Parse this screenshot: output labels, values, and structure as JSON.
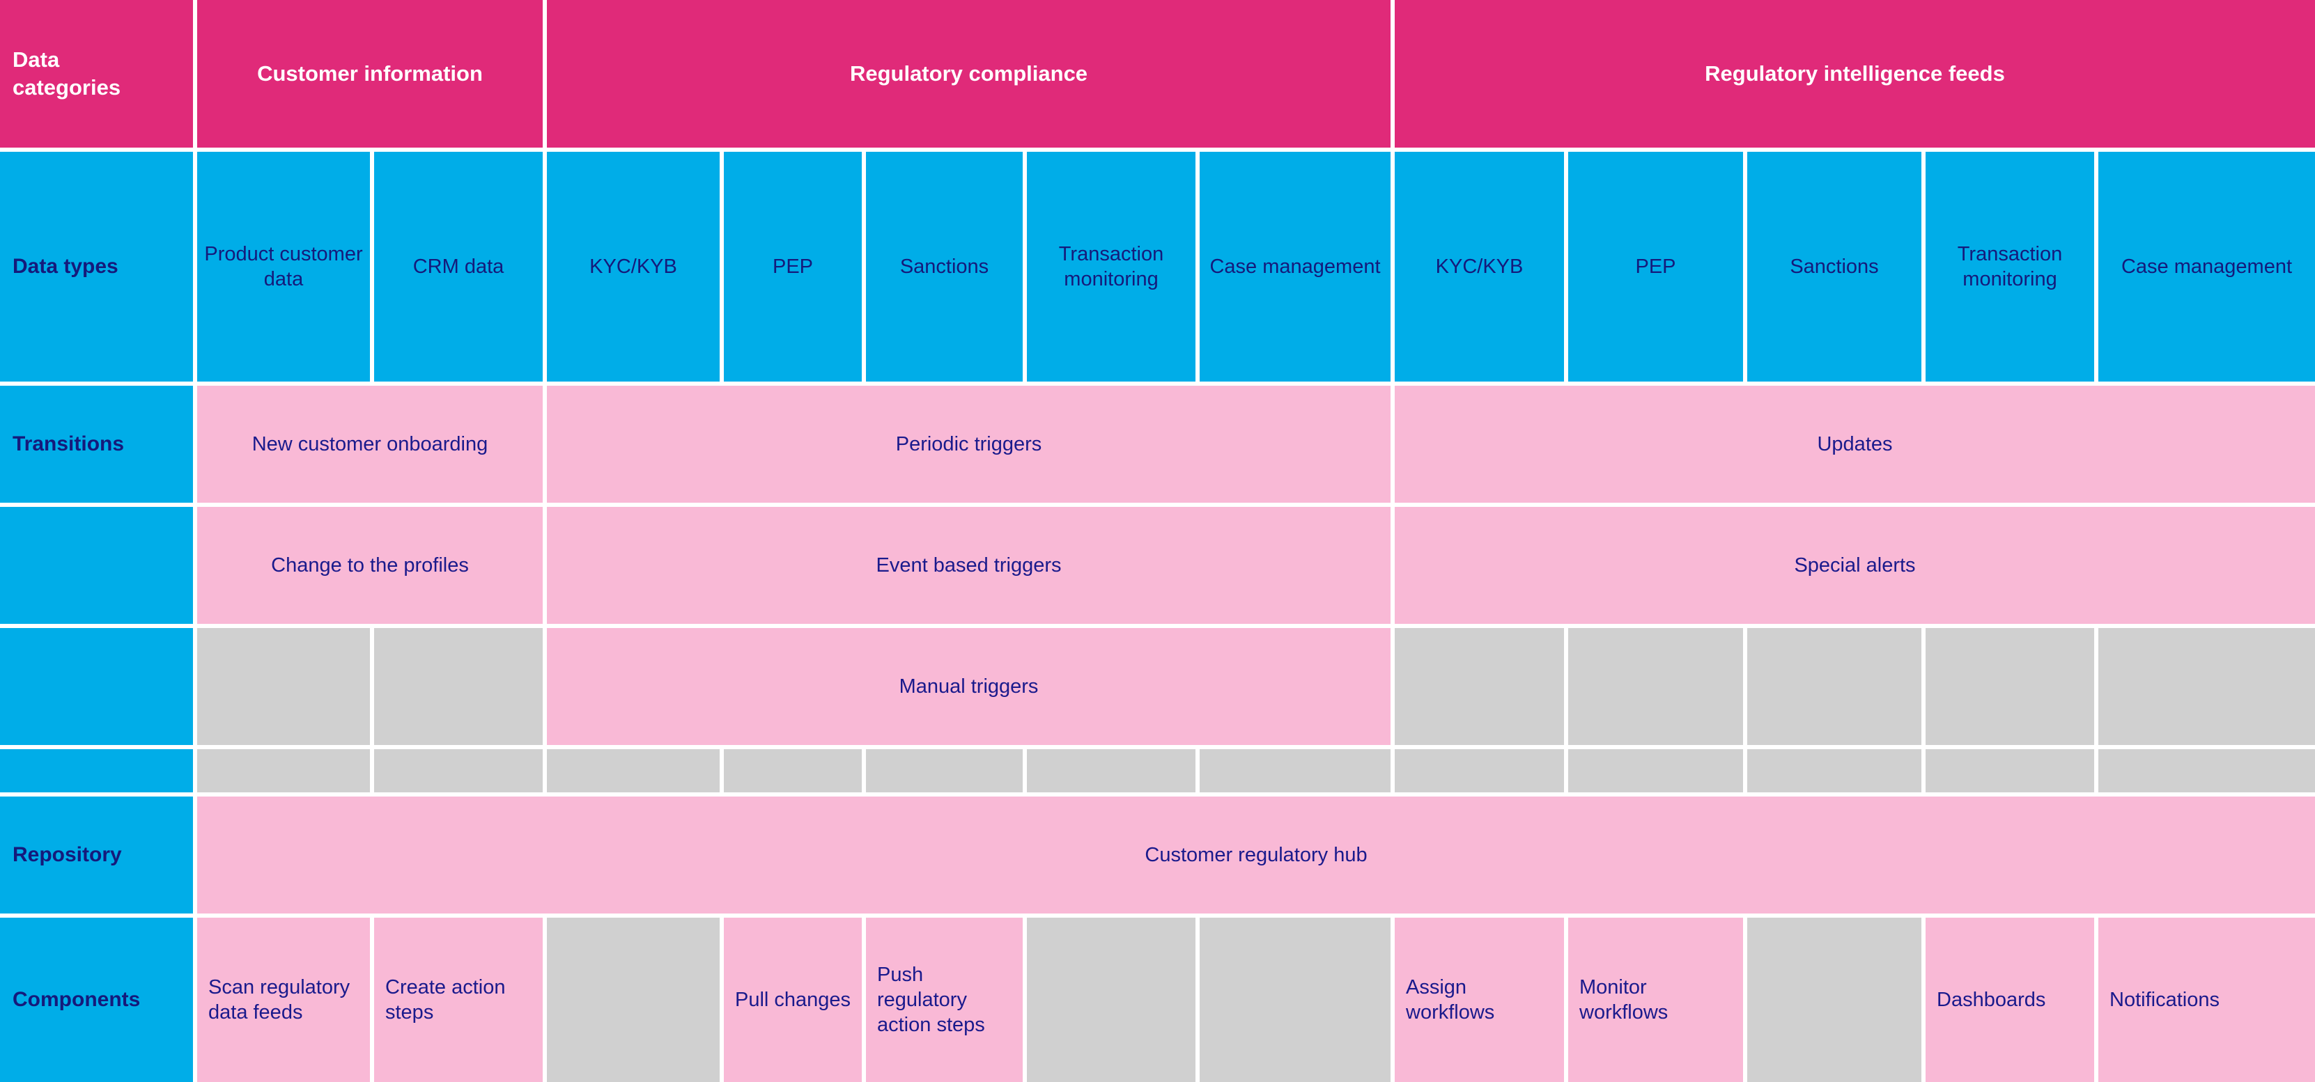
{
  "row_labels": {
    "data_categories": "Data\ncategories",
    "data_types": "Data types",
    "transitions": "Transitions",
    "repository": "Repository",
    "components": "Components"
  },
  "colors": {
    "magenta": "#e02a79",
    "blue": "#00ade8",
    "pink": "#f9b9d6",
    "gray": "#d0d0d0",
    "text_navy": "#1a1a8c",
    "text_white": "#ffffff"
  },
  "categories": [
    {
      "label": "Customer information"
    },
    {
      "label": "Regulatory compliance"
    },
    {
      "label": "Regulatory intelligence feeds"
    }
  ],
  "data_types": [
    "Product customer data",
    "CRM data",
    "KYC/KYB",
    "PEP",
    "Sanctions",
    "Transaction monitoring",
    "Case management",
    "KYC/KYB",
    "PEP",
    "Sanctions",
    "Transaction monitoring",
    "Case management"
  ],
  "transitions_row1": [
    "New customer onboarding",
    "Periodic triggers",
    "Updates"
  ],
  "transitions_row2": [
    "Change to the profiles",
    "Event based triggers",
    "Special alerts"
  ],
  "transitions_row3": {
    "manual": "Manual triggers"
  },
  "repository": {
    "label": "Customer regulatory hub"
  },
  "components": [
    "Scan regulatory data feeds",
    "Create action steps",
    "",
    "Pull changes",
    "Push regulatory action steps",
    "",
    "",
    "Assign workflows",
    "Monitor workflows",
    "",
    "Dashboards",
    "Notifications"
  ]
}
